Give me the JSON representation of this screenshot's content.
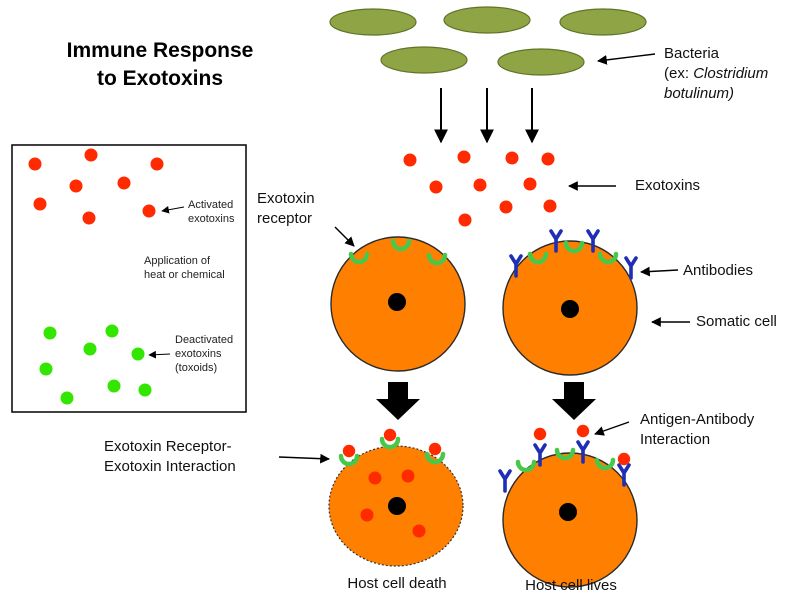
{
  "title": {
    "line1": "Immune Response",
    "line2": "to Exotoxins"
  },
  "labels": {
    "bacteria": {
      "line1": "Bacteria",
      "line2_prefix": "(ex: ",
      "line2_italic": "Clostridium",
      "line3": "botulinum)"
    },
    "exotoxins": "Exotoxins",
    "exotoxin_receptor": {
      "line1": "Exotoxin",
      "line2": "receptor"
    },
    "antibodies": "Antibodies",
    "somatic_cell": "Somatic cell",
    "receptor_exotoxin_interaction": {
      "line1": "Exotoxin Receptor-",
      "line2": "Exotoxin Interaction"
    },
    "antigen_antibody_interaction": {
      "line1": "Antigen-Antibody",
      "line2": "Interaction"
    },
    "host_cell_death": "Host cell death",
    "host_cell_lives": "Host cell lives"
  },
  "inset": {
    "activated": {
      "line1": "Activated",
      "line2": "exotoxins"
    },
    "application": {
      "line1": "Application of",
      "line2": "heat or chemical"
    },
    "deactivated": {
      "line1": "Deactivated",
      "line2": "exotoxins",
      "line3": "(toxoids)"
    }
  },
  "colors": {
    "bacteria_fill": "#8fa545",
    "bacteria_stroke": "#5f7428",
    "toxin": "#ff2a00",
    "toxoid": "#33e600",
    "cell_fill": "#ff8000",
    "cell_stroke": "#2b2b2b",
    "nucleus": "#000000",
    "receptor": "#48c84a",
    "antibody": "#1e2fb5",
    "arrow": "#000000"
  }
}
